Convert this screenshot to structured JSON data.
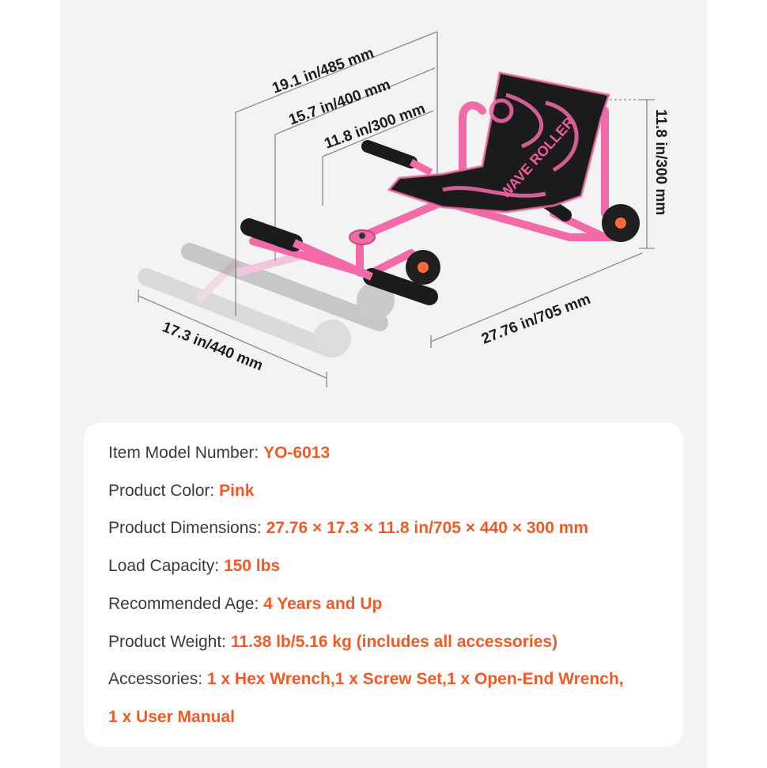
{
  "dimensions": {
    "length_total": "19.1 in/485 mm",
    "length_mid": "15.7 in/400 mm",
    "length_short": "11.8 in/300 mm",
    "height": "11.8 in/300 mm",
    "length_overall": "27.76 in/705 mm",
    "width": "17.3 in/440 mm"
  },
  "product_image": {
    "seat_brand": "WAVE ROLLER",
    "frame_color": "#f26aa8",
    "seat_color": "#1b1b1b"
  },
  "specs": [
    {
      "label": "Item Model Number:",
      "value": "YO-6013"
    },
    {
      "label": "Product Color:",
      "value": "Pink"
    },
    {
      "label": "Product Dimensions:",
      "value": "27.76 × 17.3 × 11.8 in/705 × 440 × 300 mm"
    },
    {
      "label": "Load Capacity:",
      "value": "150 lbs"
    },
    {
      "label": "Recommended Age:",
      "value": "4 Years and Up"
    },
    {
      "label": "Product Weight:",
      "value": "11.38 lb/5.16  kg (includes all accessories)"
    },
    {
      "label": "Accessories:",
      "value": "1 x Hex Wrench,1 x Screw Set,1 x Open-End Wrench,"
    },
    {
      "label": "",
      "value": "1 x User Manual"
    }
  ],
  "colors": {
    "accent": "#f15a24",
    "label": "#3a3a3a",
    "panel_bg": "#f3f3f3",
    "card_bg": "#ffffff"
  }
}
